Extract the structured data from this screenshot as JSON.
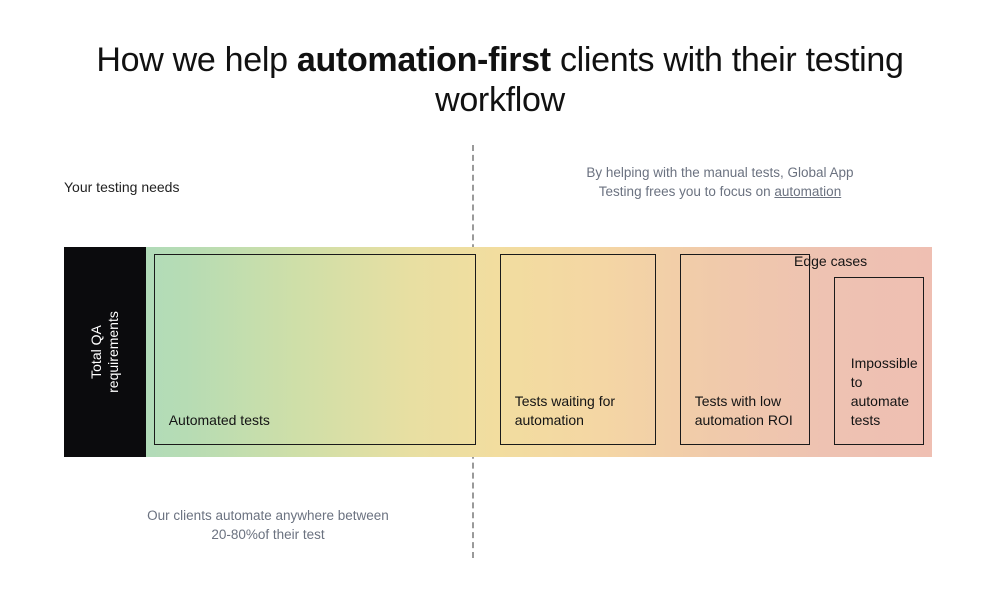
{
  "title": {
    "before": "How we help ",
    "bold": "automation-first",
    "after": " clients with their testing workflow"
  },
  "annotations": {
    "left_label": "Your testing needs",
    "right_note_line1": "By helping with the manual tests, Global App",
    "right_note_line2_prefix": "Testing frees you to focus on ",
    "right_note_link": "automation",
    "bottom_note_line1": "Our clients automate anywhere between",
    "bottom_note_line2": "20-80%of their test"
  },
  "band": {
    "sidebar_line1": "Total QA",
    "sidebar_line2": "requirements",
    "edge_cases_label": "Edge cases",
    "segments": [
      {
        "label": "Automated tests"
      },
      {
        "label": "Tests waiting for automation"
      },
      {
        "label": "Tests with low automation ROI"
      },
      {
        "label": "Impossible to automate tests"
      }
    ]
  },
  "colors": {
    "sidebar_bg": "#0b0b0d",
    "gradient_start": "#a8d9c2",
    "gradient_mid": "#f2dd9f",
    "gradient_end": "#efbfb2",
    "note_text": "#6b7280",
    "title_text": "#111111",
    "border": "#1a1a1a",
    "divider": "#9a9a9a"
  }
}
